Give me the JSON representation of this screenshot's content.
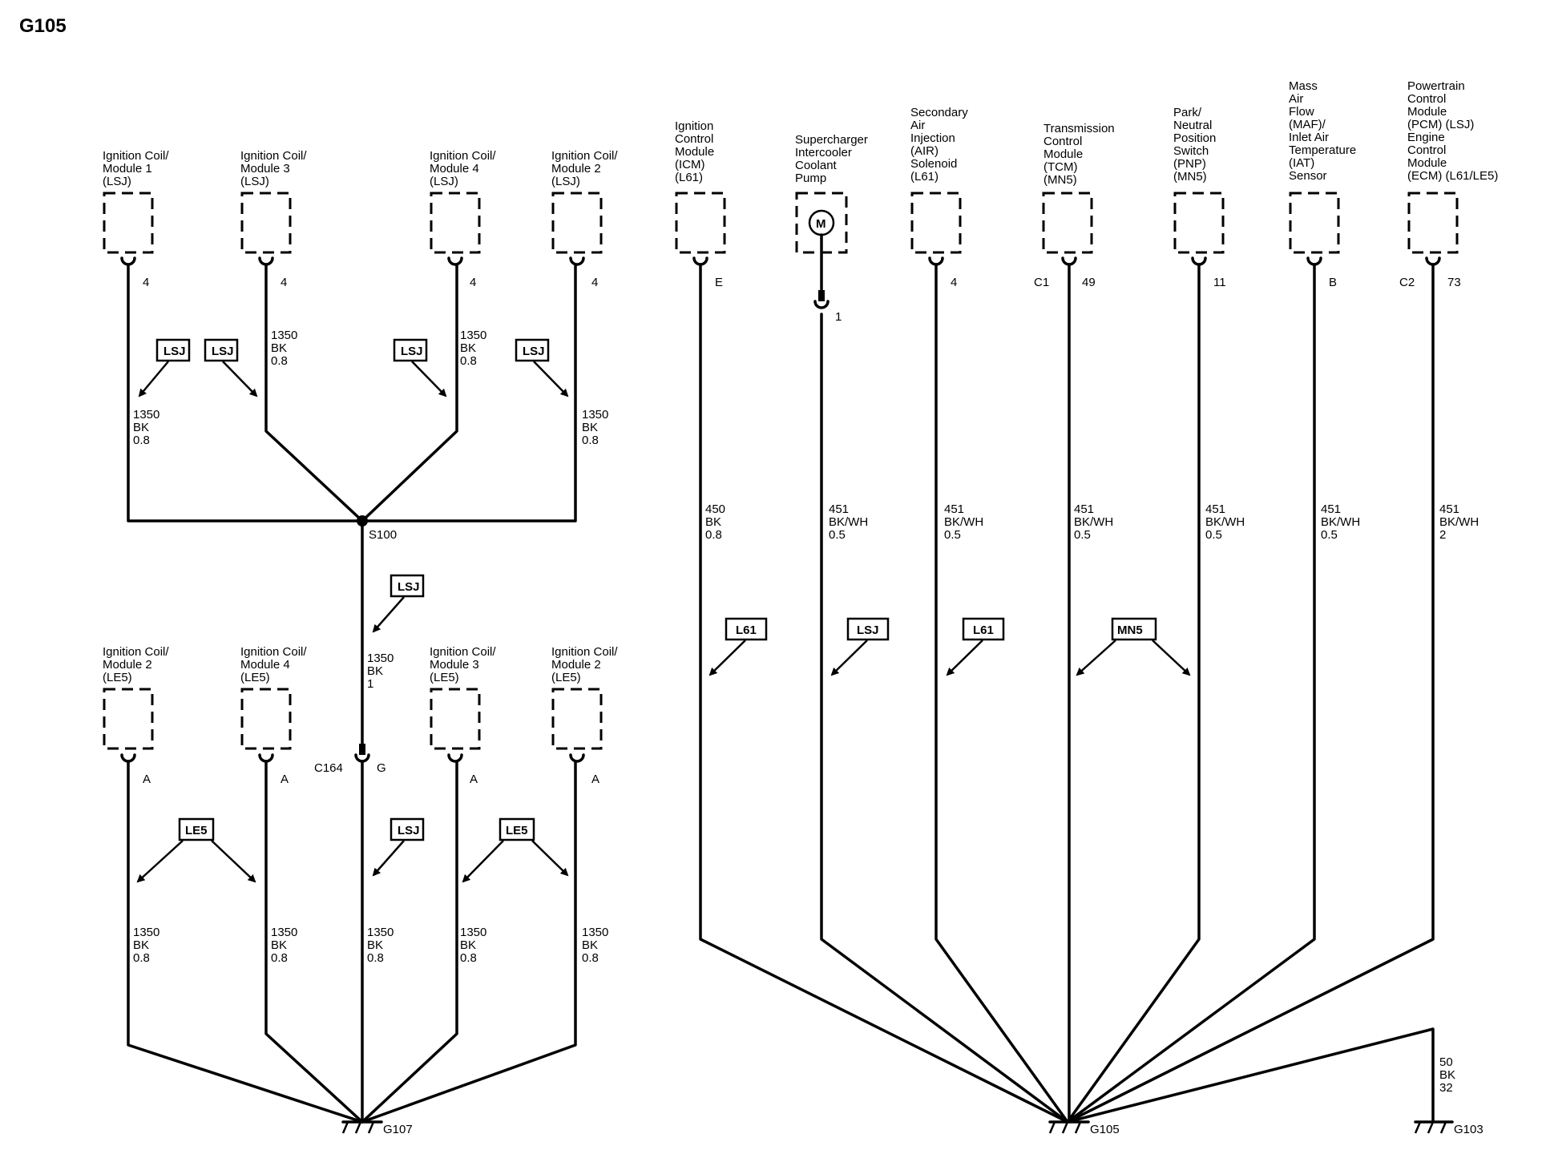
{
  "title": "G105",
  "option_tags": [
    "LSJ",
    "LE5",
    "L61",
    "MN5"
  ],
  "top_left_components": [
    {
      "name_lines": [
        "Ignition Coil/",
        "Module 1",
        "(LSJ)"
      ],
      "pin": "4",
      "wire": [
        "1350",
        "BK",
        "0.8"
      ]
    },
    {
      "name_lines": [
        "Ignition Coil/",
        "Module 3",
        "(LSJ)"
      ],
      "pin": "4",
      "wire": [
        "1350",
        "BK",
        "0.8"
      ]
    },
    {
      "name_lines": [
        "Ignition Coil/",
        "Module 4",
        "(LSJ)"
      ],
      "pin": "4",
      "wire": [
        "1350",
        "BK",
        "0.8"
      ]
    },
    {
      "name_lines": [
        "Ignition Coil/",
        "Module 2",
        "(LSJ)"
      ],
      "pin": "4",
      "wire": [
        "1350",
        "BK",
        "0.8"
      ]
    }
  ],
  "splice": "S100",
  "splice_wire": [
    "1350",
    "BK",
    "1"
  ],
  "connector": {
    "name": "C164",
    "pin": "G"
  },
  "bottom_left_components": [
    {
      "name_lines": [
        "Ignition Coil/",
        "Module 2",
        "(LE5)"
      ],
      "pin": "A",
      "wire": [
        "1350",
        "BK",
        "0.8"
      ]
    },
    {
      "name_lines": [
        "Ignition Coil/",
        "Module 4",
        "(LE5)"
      ],
      "pin": "A",
      "wire": [
        "1350",
        "BK",
        "0.8"
      ]
    },
    {
      "name_lines": [
        "Ignition Coil/",
        "Module 3",
        "(LE5)"
      ],
      "pin": "A",
      "wire": [
        "1350",
        "BK",
        "0.8"
      ]
    },
    {
      "name_lines": [
        "Ignition Coil/",
        "Module 2",
        "(LE5)"
      ],
      "pin": "A",
      "wire": [
        "1350",
        "BK",
        "0.8"
      ]
    }
  ],
  "c164_wire": [
    "1350",
    "BK",
    "0.8"
  ],
  "right_components": [
    {
      "name_lines": [
        "Ignition",
        "Control",
        "Module",
        "(ICM)",
        "(L61)"
      ],
      "pin": "E",
      "wire": [
        "450",
        "BK",
        "0.8"
      ],
      "tag": "L61"
    },
    {
      "name_lines": [
        "Supercharger",
        "Intercooler",
        "Coolant",
        "Pump"
      ],
      "pin": "1",
      "motor_label": "M",
      "wire": [
        "451",
        "BK/WH",
        "0.5"
      ],
      "tag": "LSJ"
    },
    {
      "name_lines": [
        "Secondary",
        "Air",
        "Injection",
        "(AIR)",
        "Solenoid",
        "(L61)"
      ],
      "pin": "4",
      "wire": [
        "451",
        "BK/WH",
        "0.5"
      ],
      "tag": "L61"
    },
    {
      "name_lines": [
        "Transmission",
        "Control",
        "Module",
        "(TCM)",
        "(MN5)"
      ],
      "connector": "C1",
      "pin": "49",
      "wire": [
        "451",
        "BK/WH",
        "0.5"
      ],
      "tag": "MN5"
    },
    {
      "name_lines": [
        "Park/",
        "Neutral",
        "Position",
        "Switch",
        "(PNP)",
        "(MN5)"
      ],
      "pin": "11",
      "wire": [
        "451",
        "BK/WH",
        "0.5"
      ]
    },
    {
      "name_lines": [
        "Mass",
        "Air",
        "Flow",
        "(MAF)/",
        "Inlet Air",
        "Temperature",
        "(IAT)",
        "Sensor"
      ],
      "pin": "B",
      "wire": [
        "451",
        "BK/WH",
        "0.5"
      ]
    },
    {
      "name_lines": [
        "Powertrain",
        "Control",
        "Module",
        "(PCM) (LSJ)",
        "Engine",
        "Control",
        "Module",
        "(ECM) (L61/LE5)"
      ],
      "connector": "C2",
      "pin": "73",
      "wire": [
        "451",
        "BK/WH",
        "2"
      ]
    }
  ],
  "grounds": {
    "g107": "G107",
    "g105": "G105",
    "g103": "G103"
  },
  "g103_wire": [
    "50",
    "BK",
    "32"
  ]
}
